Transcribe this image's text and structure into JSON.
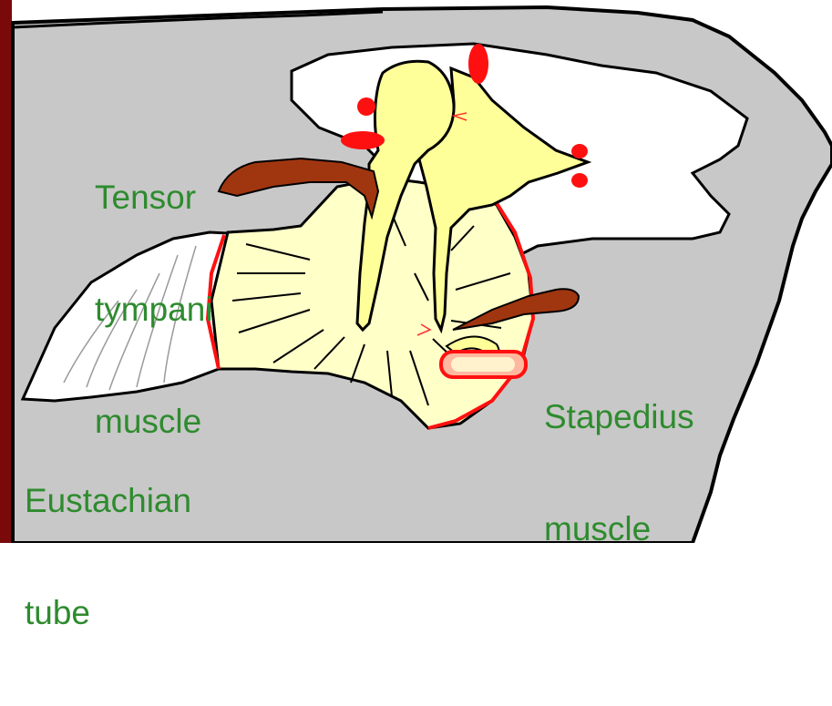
{
  "labels": {
    "tensor_tympani": [
      "Tensor",
      "tympani",
      "muscle"
    ],
    "stapedius": [
      "Stapedius",
      "muscle"
    ],
    "eustachian": [
      "Eustachian",
      "tube"
    ]
  },
  "colors": {
    "label_text": "#2e8b2e",
    "frame_bar": "#7a0a0a",
    "bone_gray": "#c8c8c8",
    "outline": "#000000",
    "membrane_yellow": "#ffffc8",
    "ossicle_yellow": "#ffff99",
    "muscle_brown": "#a0360f",
    "ligament_red": "#ff1010",
    "tube_white": "#ffffff"
  }
}
